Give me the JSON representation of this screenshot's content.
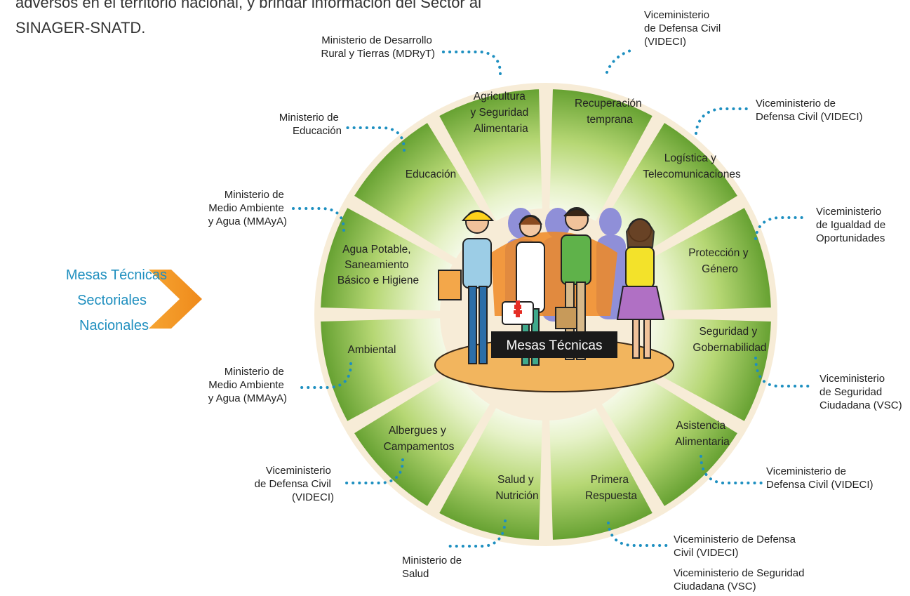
{
  "intro": {
    "line1": "adversos en el territorio nacional, y brindar información del Sector al",
    "line2": "SINAGER-SNATD."
  },
  "side_title": [
    "Mesas Técnicas",
    "Sectoriales",
    "Nacionales"
  ],
  "center_label": "Mesas Técnicas",
  "segments": [
    "Recuperación temprana",
    "Logística y Telecomunicaciones",
    "Protección y Género",
    "Seguridad y Gobernabilidad",
    "Asistencia Alimentaria",
    "Primera Respuesta",
    "Salud y Nutrición",
    "Albergues y Campamentos",
    "Ambiental",
    "Agua Potable, Saneamiento Básico e Higiene",
    "Educación",
    "Agricultura y Seguridad Alimentaria"
  ],
  "ministries": [
    "Viceministerio de Defensa Civil (VIDECI)",
    "Viceministerio de Defensa Civil (VIDECI)",
    "Viceministerio de Igualdad de Oportunidades",
    "Viceministerio de Seguridad Ciudadana (VSC)",
    "Viceministerio de Defensa Civil (VIDECI)",
    "Viceministerio de Defensa Civil (VIDECI) / Viceministerio de Seguridad Ciudadana (VSC)",
    "Ministerio de Salud",
    "Viceministerio de Defensa Civil (VIDECI)",
    "Ministerio de Medio Ambiente y Agua (MMAyA)",
    "Ministerio de Medio Ambiente y Agua (MMAyA)",
    "Ministerio de Educación",
    "Ministerio de Desarrollo Rural y Tierras (MDRyT)"
  ],
  "colors": {
    "segment_inner": "#ffffff",
    "segment_mid": "#c6e08c",
    "segment_outer": "#5d9b2a",
    "halo": "#f7ecd7",
    "dots": "#1d8fc0",
    "arrow": "#f39120",
    "title_blue": "#1f8fbf",
    "center_box": "#1a1a1a"
  }
}
